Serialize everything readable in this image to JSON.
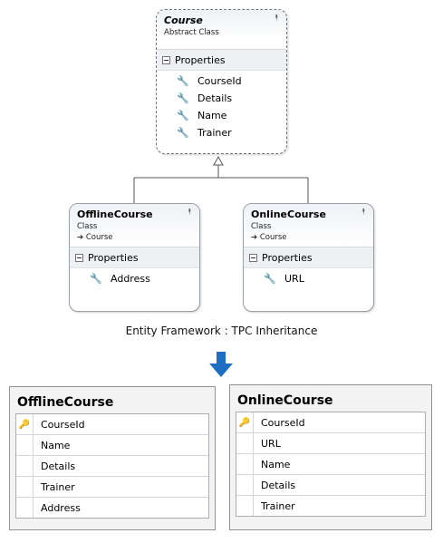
{
  "course": {
    "title": "Course",
    "subtitle": "Abstract Class",
    "section": "Properties",
    "properties": [
      "CourseId",
      "Details",
      "Name",
      "Trainer"
    ]
  },
  "offline_class": {
    "title": "OfflineCourse",
    "subtitle": "Class",
    "base": "Course",
    "section": "Properties",
    "properties": [
      "Address"
    ]
  },
  "online_class": {
    "title": "OnlineCourse",
    "subtitle": "Class",
    "base": "Course",
    "section": "Properties",
    "properties": [
      "URL"
    ]
  },
  "caption": "Entity Framework : TPC Inheritance",
  "offline_table": {
    "title": "OfflineCourse",
    "columns": [
      "CourseId",
      "Name",
      "Details",
      "Trainer",
      "Address"
    ]
  },
  "online_table": {
    "title": "OnlineCourse",
    "columns": [
      "CourseId",
      "URL",
      "Name",
      "Details",
      "Trainer"
    ]
  },
  "colors": {
    "arrow": "#1e6fc4",
    "border": "#9aa0a6",
    "key": "#c59a00"
  },
  "icons": {
    "property": "wrench-icon",
    "key": "key-icon",
    "collapse": "chevron-double-up-icon",
    "expand_section": "minus-box-icon",
    "base_arrow": "inherit-arrow-icon",
    "transform": "down-arrow-icon"
  }
}
